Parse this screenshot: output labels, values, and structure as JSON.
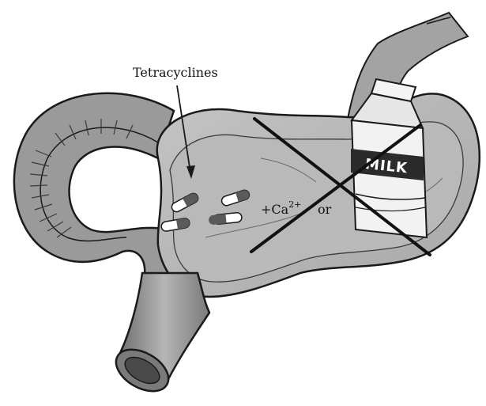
{
  "labels": {
    "drug": "Tetracyclines",
    "ion_prefix": "+Ca",
    "ion_charge": "2+",
    "conjunction": "or",
    "carton_text": "MILK"
  },
  "colors": {
    "outline": "#1a1a1a",
    "stomach_wall": "#9a9a9a",
    "stomach_lumen": "#b7b7b7",
    "intestine": "#8c8c8c",
    "carton": "#f2f2f2",
    "carton_band": "#2b2b2b"
  },
  "icons": [
    "stomach-illustration",
    "capsule-icon",
    "milk-carton-icon",
    "cross-out-mark"
  ]
}
